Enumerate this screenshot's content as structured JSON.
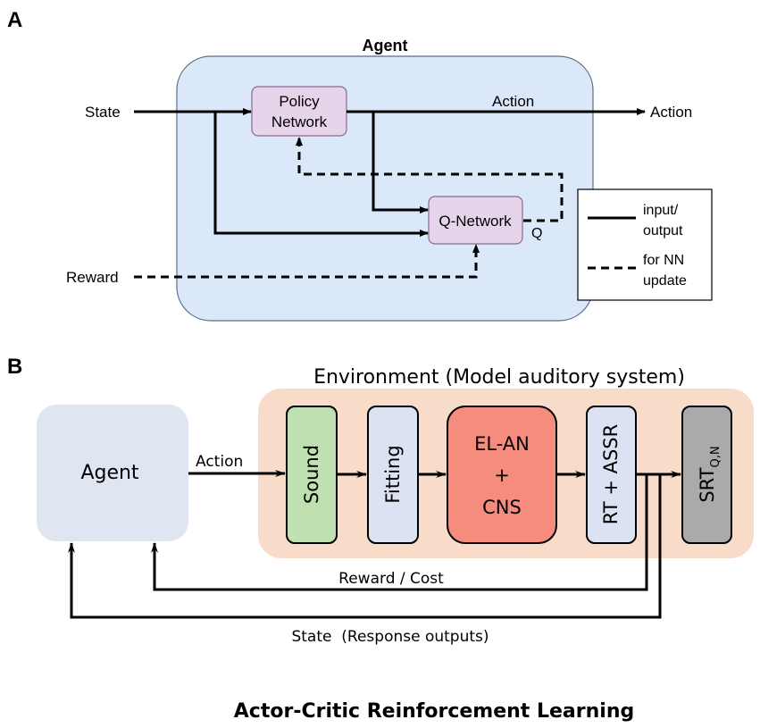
{
  "panel_a": {
    "label": "A",
    "agent_title": "Agent",
    "policy_line1": "Policy",
    "policy_line2": "Network",
    "q_network": "Q-Network",
    "q_label": "Q",
    "state": "State",
    "action_edge": "Action",
    "action_out": "Action",
    "reward": "Reward",
    "legend": {
      "solid_line1": "input/",
      "solid_line2": "output",
      "dashed_line1": "for NN",
      "dashed_line2": "update"
    }
  },
  "panel_b": {
    "label": "B",
    "env_title": "Environment (Model auditory system)",
    "agent": "Agent",
    "action": "Action",
    "sound": "Sound",
    "fitting": "Fitting",
    "elan_line1": "EL-AN",
    "elan_line2": "+",
    "elan_line3": "CNS",
    "rt_assr": "RT + ASSR",
    "srt_main": "SRT",
    "srt_sub": "Q,N",
    "reward_cost": "Reward / Cost",
    "state_response": "State  (Response outputs)"
  },
  "footer_title": "Actor-Critic Reinforcement Learning",
  "colors": {
    "agent_fill_a": "#dbe8fa",
    "node_fill": "#e6d5ea",
    "env_fill": "#f8dcc9",
    "agent_fill_b": "#dfe6f1",
    "sound_fill": "#bfe0b0",
    "fitting_fill": "#dbe3f2",
    "elan_fill": "#f58c7e",
    "rt_fill": "#dbe3f2",
    "srt_fill": "#aaaaaa"
  }
}
